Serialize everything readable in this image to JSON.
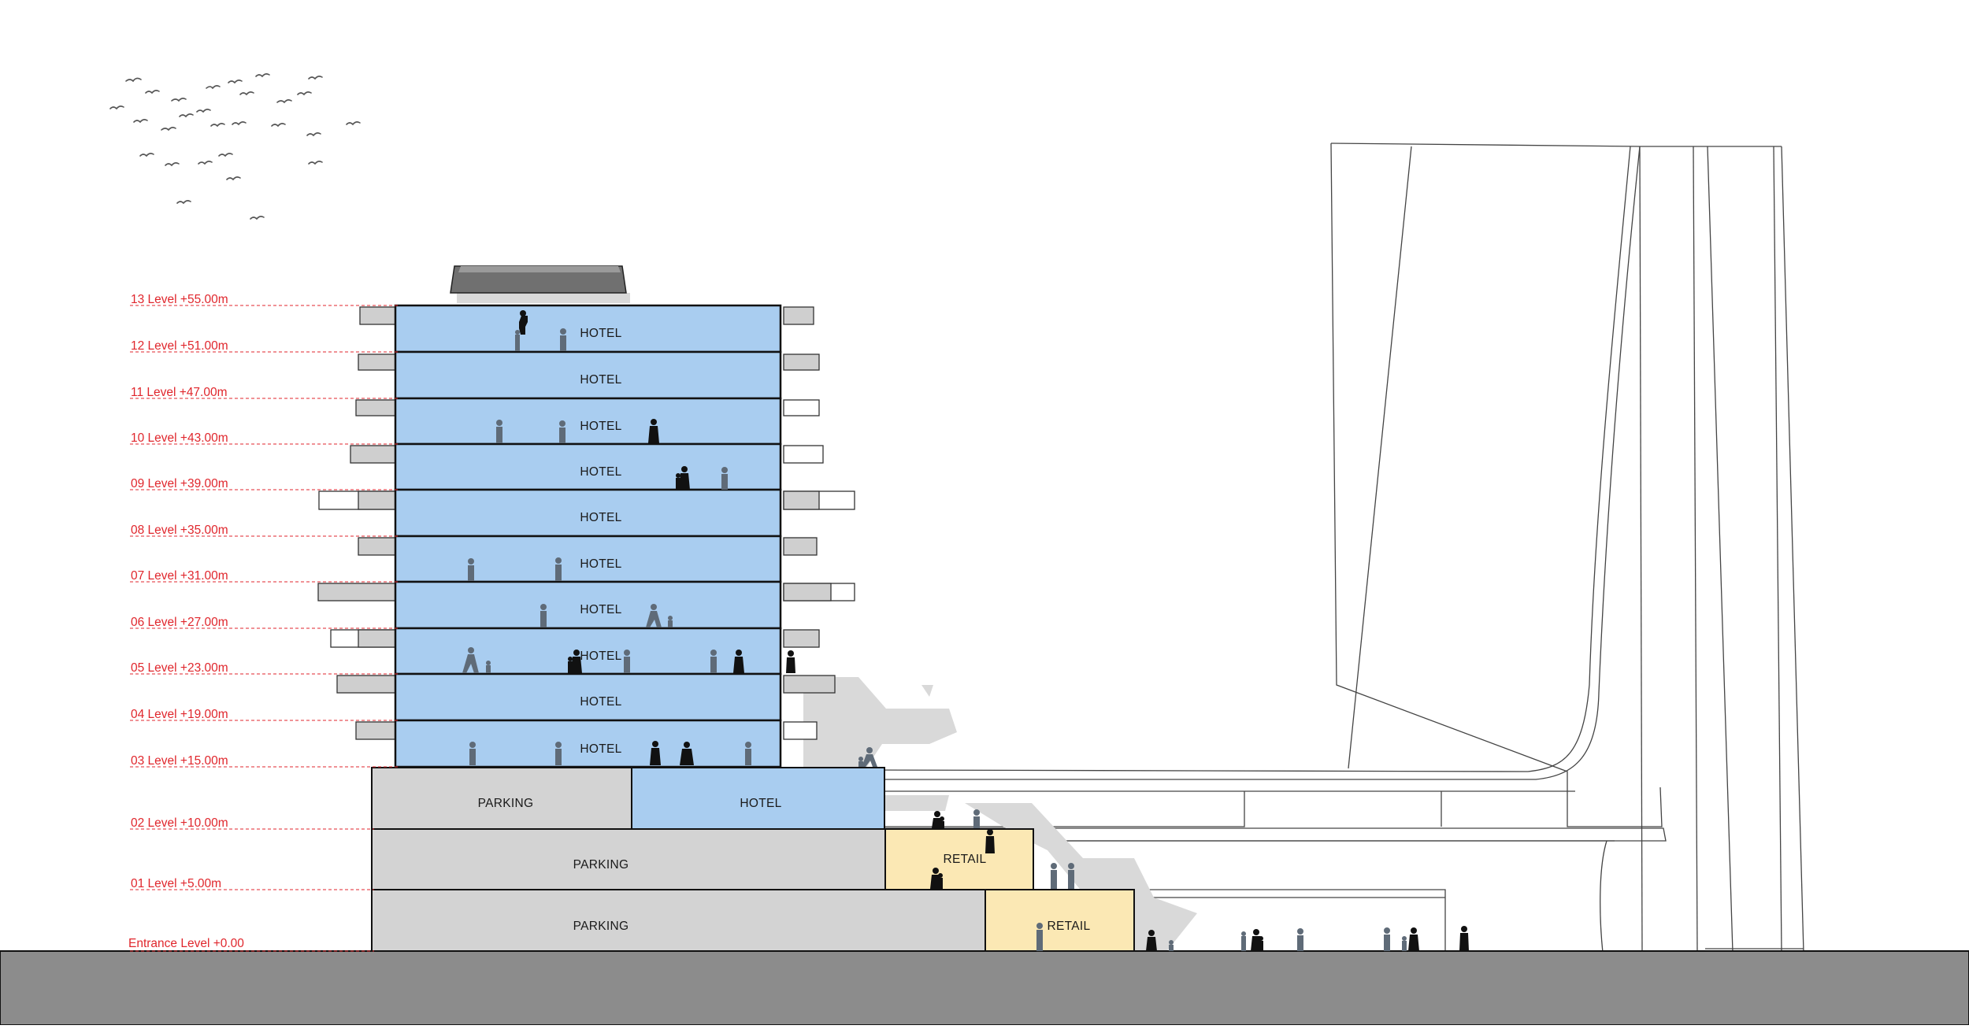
{
  "levels": [
    {
      "label": "13 Level +55.00m"
    },
    {
      "label": "12 Level +51.00m"
    },
    {
      "label": "11 Level +47.00m"
    },
    {
      "label": "10 Level +43.00m"
    },
    {
      "label": "09 Level +39.00m"
    },
    {
      "label": "08 Level +35.00m"
    },
    {
      "label": "07 Level +31.00m"
    },
    {
      "label": "06 Level +27.00m"
    },
    {
      "label": "05 Level +23.00m"
    },
    {
      "label": "04 Level +19.00m"
    },
    {
      "label": "03 Level +15.00m"
    },
    {
      "label": "02 Level +10.00m"
    },
    {
      "label": "01 Level +5.00m"
    },
    {
      "label": "Entrance Level +0.00"
    }
  ],
  "rooms": {
    "hotel": "HOTEL",
    "parking": "PARKING",
    "retail": "RETAIL"
  },
  "colors": {
    "hotel": "#a9cdf0",
    "parking": "#d3d3d3",
    "retail": "#fbe8b4",
    "ground": "#8c8c8c",
    "level_line": "#e0262c",
    "outline": "#111111"
  }
}
